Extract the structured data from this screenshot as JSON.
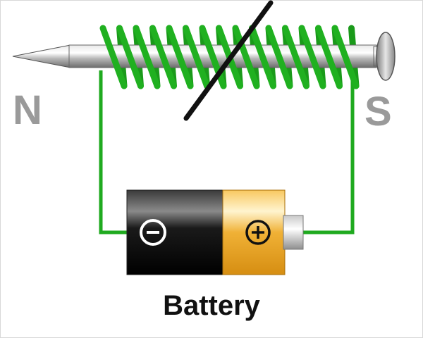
{
  "labels": {
    "north_pole": "N",
    "south_pole": "S",
    "battery": "Battery"
  },
  "icons": {
    "negative_terminal": "minus-sign",
    "positive_terminal": "plus-sign"
  },
  "colors": {
    "wire": "#1faa1f",
    "nail": "#b9b9b9",
    "battery_body": "#111111",
    "battery_cap": "#f2b233",
    "pole_labels": "#9a9a9a",
    "switch_bar": "#111111"
  }
}
